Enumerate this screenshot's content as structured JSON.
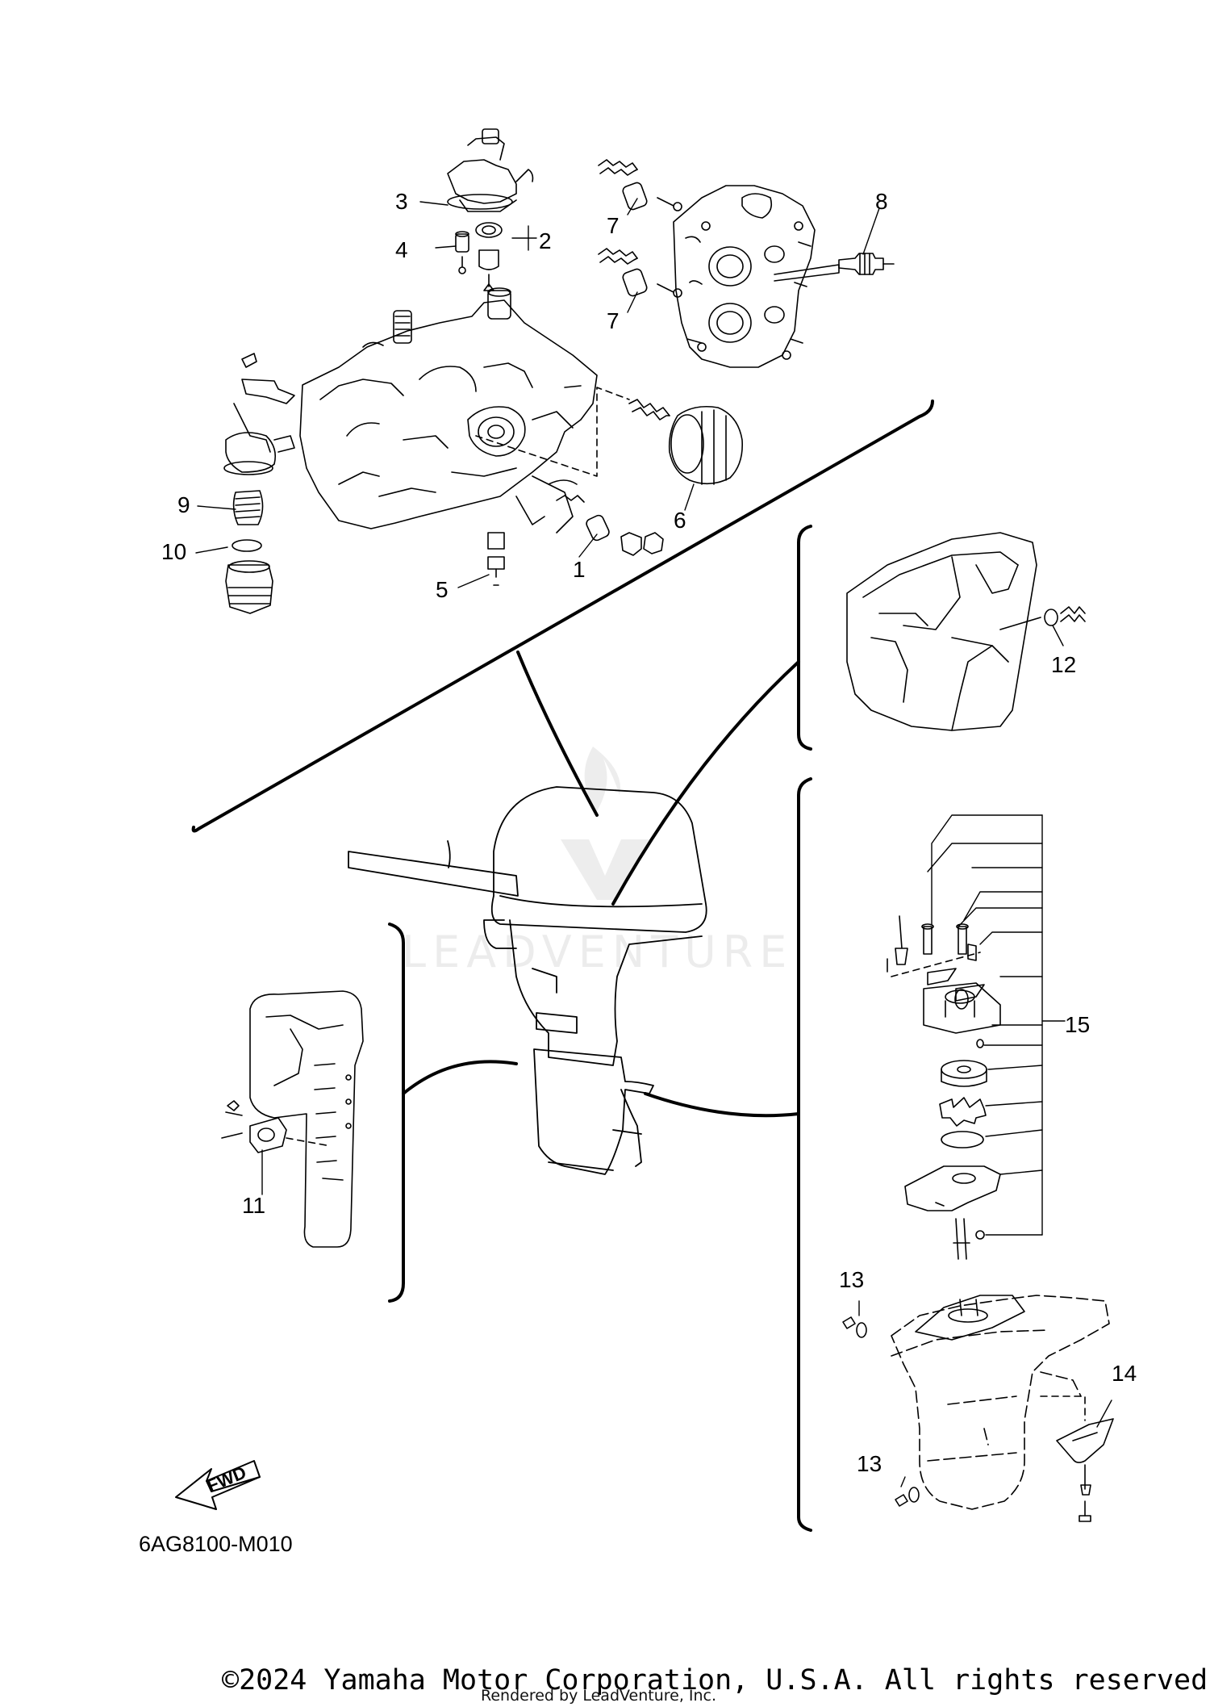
{
  "callouts": {
    "c1": "1",
    "c2": "2",
    "c3": "3",
    "c4": "4",
    "c5": "5",
    "c6": "6",
    "c7a": "7",
    "c7b": "7",
    "c8": "8",
    "c9": "9",
    "c10": "10",
    "c11": "11",
    "c12": "12",
    "c13a": "13",
    "c13b": "13",
    "c14": "14",
    "c15": "15"
  },
  "fwd_label": "FWD",
  "diagram_code": "6AG8100-M010",
  "copyright": "©2024 Yamaha Motor Corporation, U.S.A. All rights reserved.",
  "rendered_by": "Rendered by LeadVenture, Inc.",
  "watermark": "LEADVENTURE"
}
